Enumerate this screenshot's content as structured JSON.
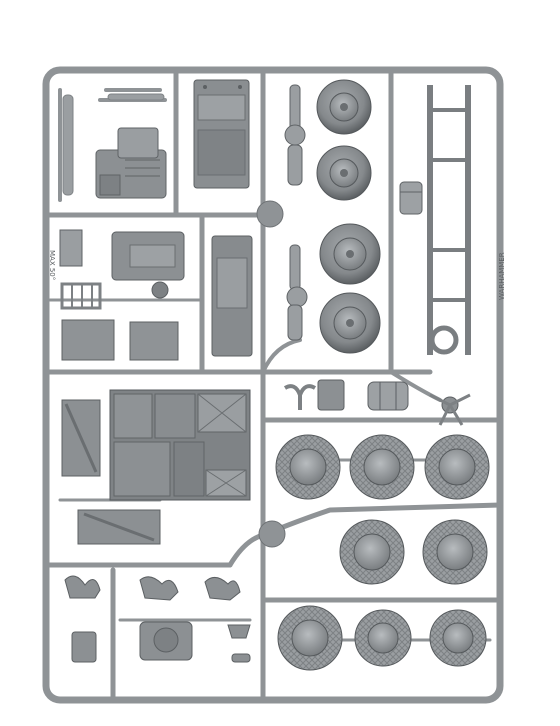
{
  "image": {
    "subject": "plastic model kit sprue",
    "background_color": "#ffffff",
    "plastic_color": "#8f9396",
    "plastic_light": "#b4b8bb",
    "plastic_dark": "#63676a"
  },
  "frame_text": {
    "left_rail": "MAX 50°",
    "right_rail": "WARHAMMER"
  }
}
